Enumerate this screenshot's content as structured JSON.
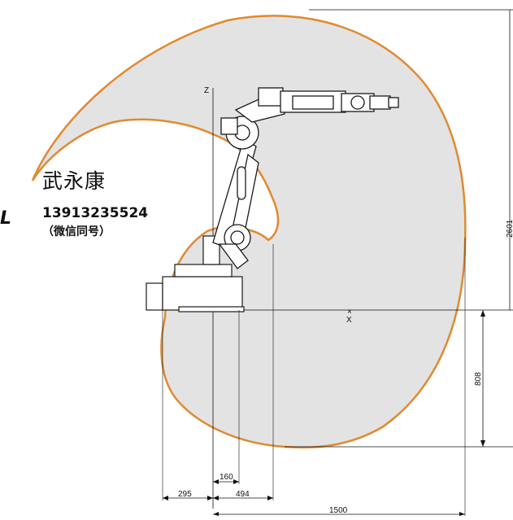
{
  "axes": {
    "z_label": "Z",
    "x_label": "X"
  },
  "dimensions": {
    "height_total": "2601",
    "depth_below": "808",
    "offset_a": "160",
    "offset_b": "295",
    "offset_c": "494",
    "reach": "1500"
  },
  "contact": {
    "name": "武永康",
    "phone": "13913235524",
    "note": "（微信同号）",
    "edge_mark": "L"
  },
  "colors": {
    "envelope_fill": "#e3e3e3",
    "envelope_stroke": "#e08a2e",
    "robot_stroke": "#1a1a1a",
    "dimension_line": "#111111"
  }
}
